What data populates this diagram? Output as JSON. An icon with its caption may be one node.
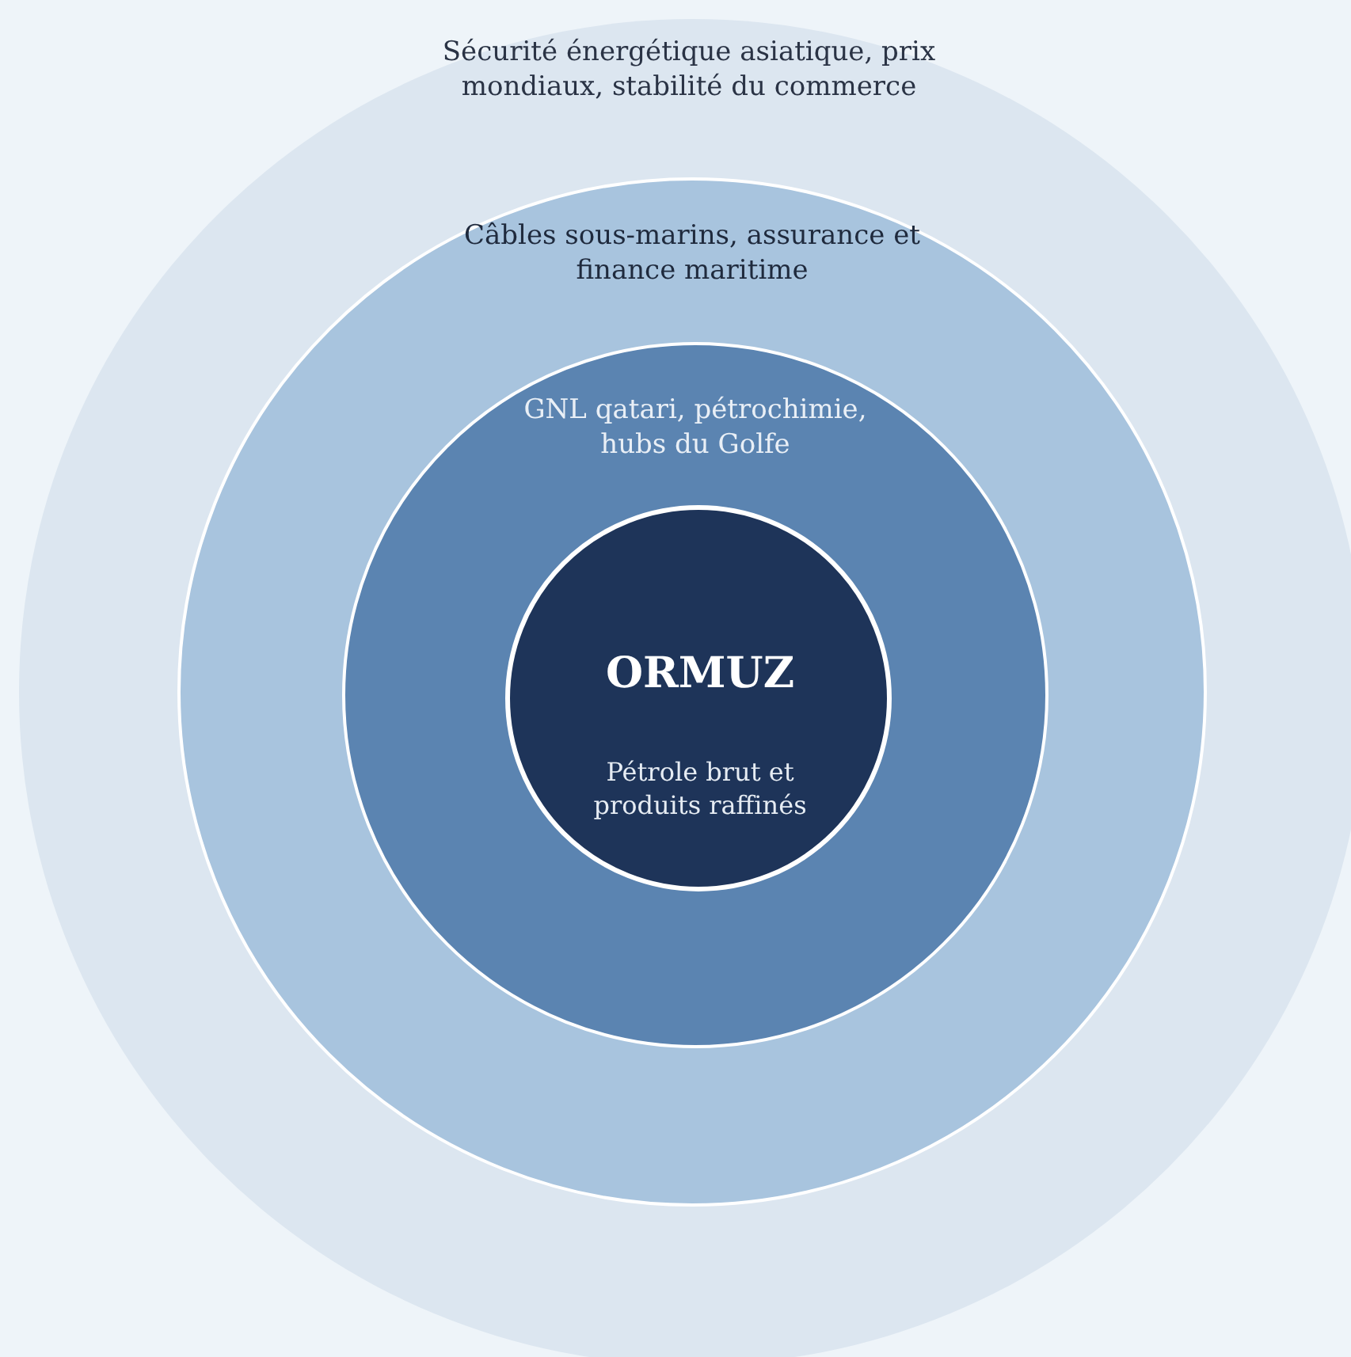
{
  "diagram": {
    "nodes": [
      {
        "text": [
          "Sécurité énergétique asiatique, prix mondiaux, stabilité du commerce"
        ]
      },
      {
        "text": [
          "Câbles sous-marins, assurance et finance maritime"
        ],
        "in": 0
      },
      {
        "text": [
          "GNL qatari, pétrochimie, hubs du Golfe"
        ],
        "in": 1
      },
      {
        "text": [
          "ORMUZ",
          "Pétrole brut et produits raffinés"
        ],
        "in": 2
      }
    ]
  }
}
